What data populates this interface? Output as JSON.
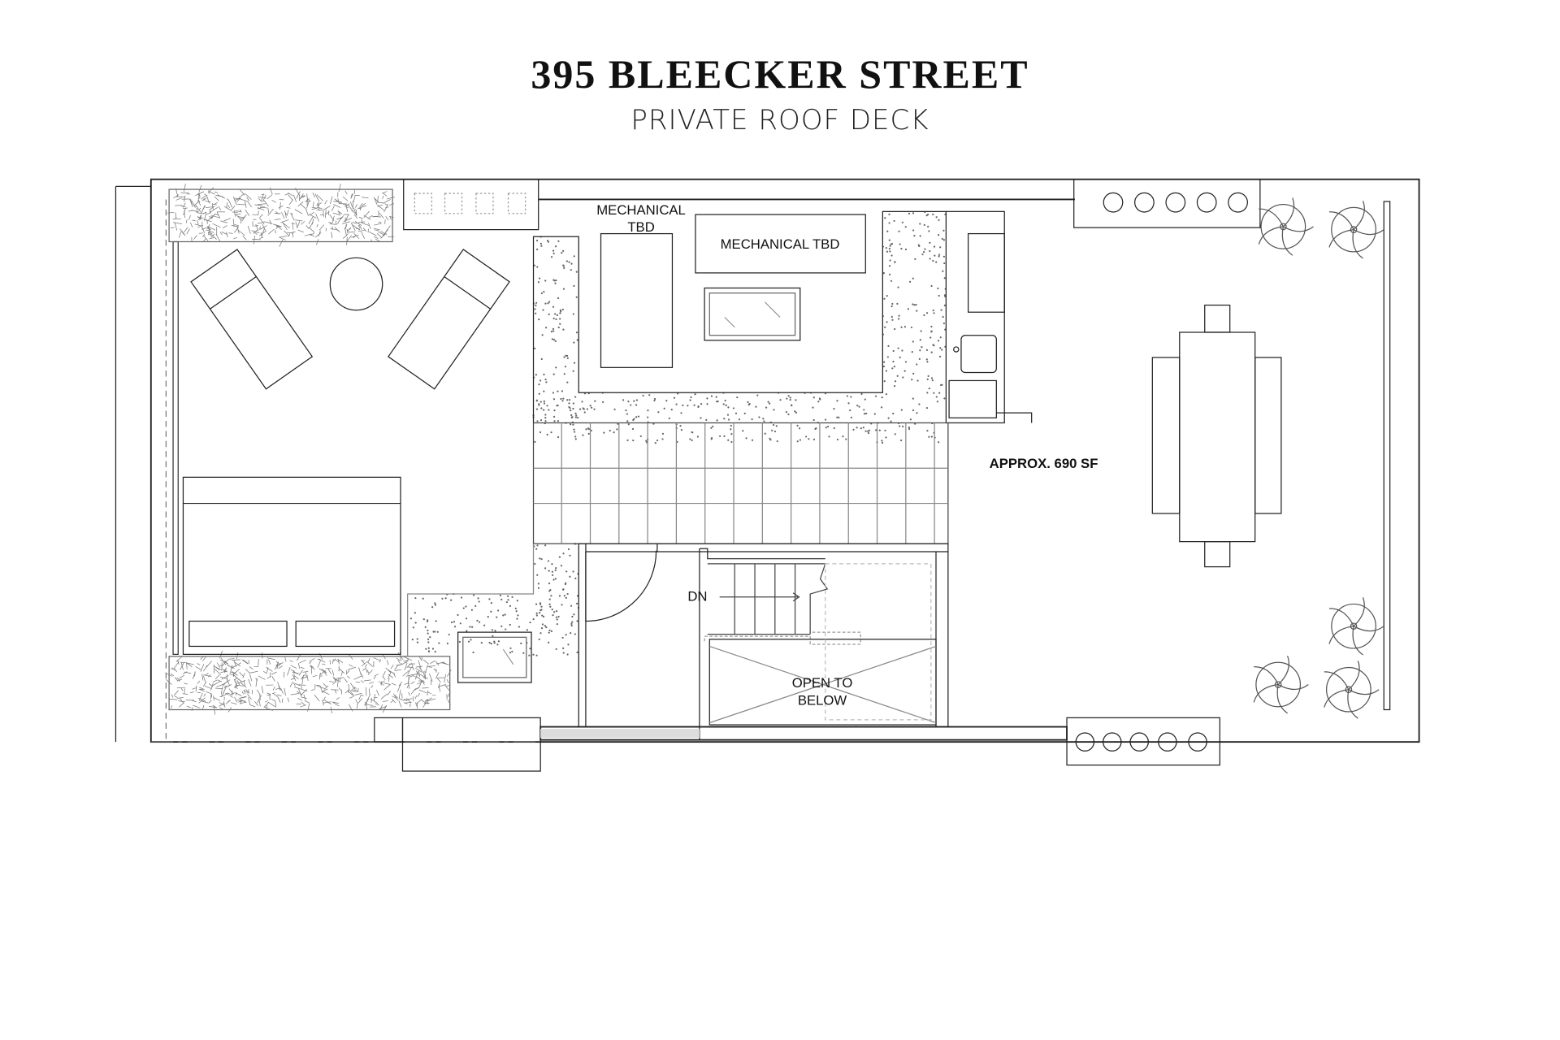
{
  "header": {
    "title": "395 BLEECKER STREET",
    "subtitle": "PRIVATE ROOF DECK"
  },
  "plan": {
    "labels": {
      "mechanical_small_1": "MECHANICAL",
      "mechanical_small_2": "TBD",
      "mechanical_large": "MECHANICAL TBD",
      "area": "APPROX. 690 SF",
      "stairs": "DN",
      "open_1": "OPEN TO",
      "open_2": "BELOW"
    }
  }
}
